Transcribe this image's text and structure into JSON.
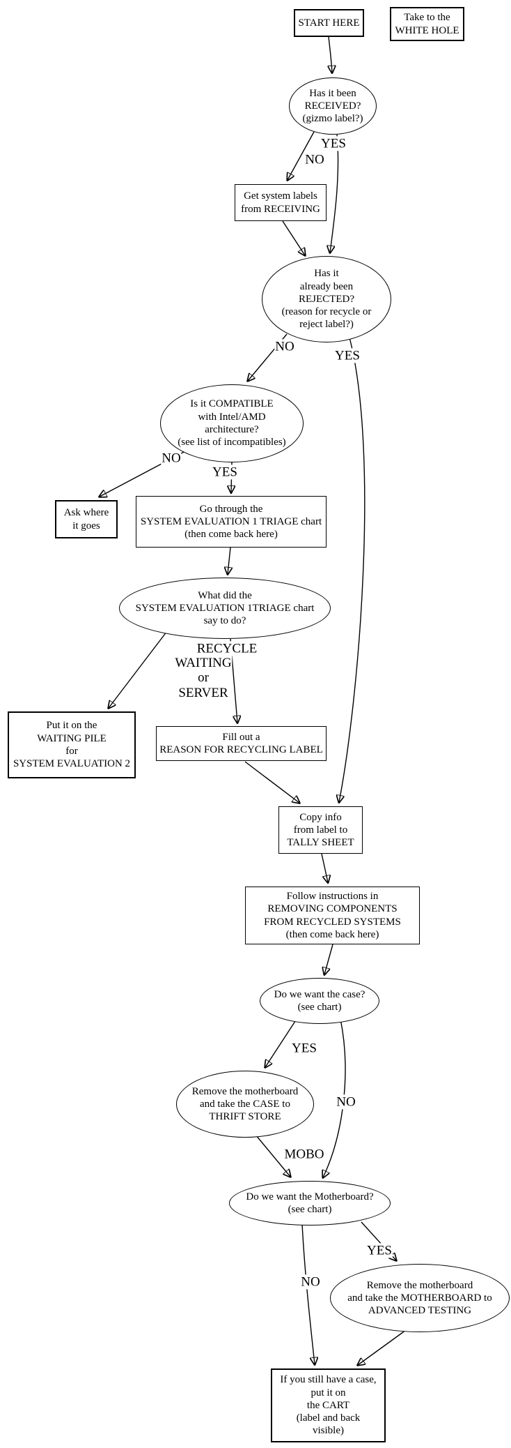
{
  "diagram": {
    "nodes": {
      "start": "START HERE",
      "white_hole": "Take to the\nWHITE HOLE",
      "received_q": "Has it been\nRECEIVED?\n(gizmo label?)",
      "get_labels": "Get system labels\nfrom RECEIVING",
      "rejected_q": "Has it\nalready been\nREJECTED?\n(reason for recycle or\nreject label?)",
      "compatible_q": "Is it COMPATIBLE\nwith Intel/AMD\narchitecture?\n(see list of incompatibles)",
      "ask_where": "Ask where\nit goes",
      "triage_chart": "Go through the\nSYSTEM EVALUATION 1 TRIAGE chart\n(then come back here)",
      "triage_result_q": "What did the\nSYSTEM EVALUATION 1TRIAGE chart\nsay to do?",
      "waiting_pile": "Put it on the\nWAITING PILE\nfor\nSYSTEM EVALUATION 2",
      "recycling_label": "Fill out a\nREASON FOR RECYCLING LABEL",
      "tally_sheet": "Copy info\nfrom label to\nTALLY SHEET",
      "removing_components": "Follow instructions in\nREMOVING COMPONENTS\nFROM RECYCLED SYSTEMS\n(then come back here)",
      "want_case_q": "Do we want the case?\n(see chart)",
      "thrift_store": "Remove the motherboard\nand take the CASE to\nTHRIFT STORE",
      "want_mobo_q": "Do we want the Motherboard?\n(see chart)",
      "advanced_testing": "Remove the motherboard\nand take the MOTHERBOARD to\nADVANCED TESTING",
      "cart": "If you still have a case,\nput it on\nthe CART\n(label and back\nvisible)"
    },
    "edge_labels": {
      "received_yes": "YES",
      "received_no": "NO",
      "rejected_no": "NO",
      "rejected_yes": "YES",
      "compatible_no": "NO",
      "compatible_yes": "YES",
      "triage_recycle": "RECYCLE",
      "triage_waiting": "WAITING\nor\nSERVER",
      "case_yes": "YES",
      "case_no": "NO",
      "case_mobo": "MOBO",
      "mobo_yes": "YES",
      "mobo_no": "NO"
    }
  }
}
